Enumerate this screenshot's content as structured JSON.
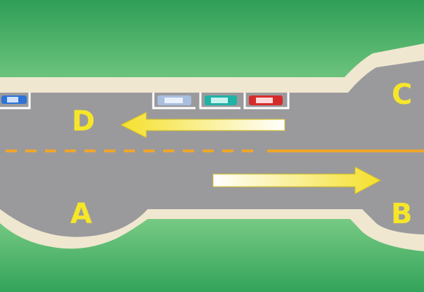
{
  "labels": {
    "a": "A",
    "b": "B",
    "c": "C",
    "d": "D"
  },
  "colors": {
    "grass_top": "#2f9e57",
    "grass_light": "#7ccd86",
    "curb": "#efe7cf",
    "road": "#9a9a9d",
    "lane_line": "#f0a62a",
    "label": "#f6e629",
    "arrow_yellow": "#f5e02c"
  },
  "cars": [
    {
      "name": "blue-car",
      "color": "#2d73d8"
    },
    {
      "name": "grey-blue-car",
      "color": "#a9bfe0"
    },
    {
      "name": "teal-car",
      "color": "#1fb3a6"
    },
    {
      "name": "red-car",
      "color": "#d62b2b"
    }
  ]
}
